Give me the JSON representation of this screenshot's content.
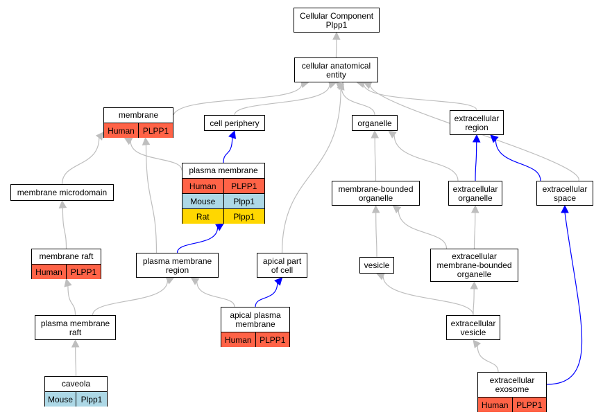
{
  "colors": {
    "Human": "#FF6347",
    "Mouse": "#ADD8E6",
    "Rat": "#FFD700",
    "gray_edge": "#BEBEBE",
    "blue_edge": "#0000FF"
  },
  "nodes": [
    {
      "id": "cc",
      "label": "Cellular Component\nPlpp1",
      "rows": []
    },
    {
      "id": "cae",
      "label": "cellular anatomical\nentity",
      "rows": []
    },
    {
      "id": "membrane",
      "label": "membrane",
      "rows": [
        {
          "species": "Human",
          "gene": "PLPP1"
        }
      ]
    },
    {
      "id": "cellper",
      "label": "cell periphery",
      "rows": []
    },
    {
      "id": "organelle",
      "label": "organelle",
      "rows": []
    },
    {
      "id": "exreg",
      "label": "extracellular\nregion",
      "rows": []
    },
    {
      "id": "pm",
      "label": "plasma membrane",
      "rows": [
        {
          "species": "Human",
          "gene": "PLPP1"
        },
        {
          "species": "Mouse",
          "gene": "Plpp1"
        },
        {
          "species": "Rat",
          "gene": "Plpp1"
        }
      ]
    },
    {
      "id": "mmicro",
      "label": "membrane microdomain",
      "rows": []
    },
    {
      "id": "mbo",
      "label": "membrane-bounded\norganelle",
      "rows": []
    },
    {
      "id": "exorg",
      "label": "extracellular\norganelle",
      "rows": []
    },
    {
      "id": "exspace",
      "label": "extracellular\nspace",
      "rows": []
    },
    {
      "id": "mraft",
      "label": "membrane raft",
      "rows": [
        {
          "species": "Human",
          "gene": "PLPP1"
        }
      ]
    },
    {
      "id": "pmr",
      "label": "plasma membrane\nregion",
      "rows": []
    },
    {
      "id": "apc",
      "label": "apical part\nof cell",
      "rows": []
    },
    {
      "id": "vesicle",
      "label": "vesicle",
      "rows": []
    },
    {
      "id": "exmbo",
      "label": "extracellular\nmembrane-bounded\norganelle",
      "rows": []
    },
    {
      "id": "pmraft",
      "label": "plasma membrane\nraft",
      "rows": []
    },
    {
      "id": "apm",
      "label": "apical plasma\nmembrane",
      "rows": [
        {
          "species": "Human",
          "gene": "PLPP1"
        }
      ]
    },
    {
      "id": "exves",
      "label": "extracellular\nvesicle",
      "rows": []
    },
    {
      "id": "caveola",
      "label": "caveola",
      "rows": [
        {
          "species": "Mouse",
          "gene": "Plpp1"
        }
      ]
    },
    {
      "id": "exo",
      "label": "extracellular\nexosome",
      "rows": [
        {
          "species": "Human",
          "gene": "PLPP1"
        }
      ]
    }
  ],
  "edges": [
    {
      "from": "cae",
      "to": "cc",
      "kind": "is_a"
    },
    {
      "from": "membrane",
      "to": "cae",
      "kind": "is_a"
    },
    {
      "from": "cellper",
      "to": "cae",
      "kind": "is_a"
    },
    {
      "from": "organelle",
      "to": "cae",
      "kind": "is_a"
    },
    {
      "from": "exreg",
      "to": "cae",
      "kind": "is_a"
    },
    {
      "from": "exspace",
      "to": "cae",
      "kind": "is_a"
    },
    {
      "from": "apc",
      "to": "cae",
      "kind": "is_a"
    },
    {
      "from": "pm",
      "to": "membrane",
      "kind": "is_a"
    },
    {
      "from": "pm",
      "to": "cellper",
      "kind": "part_of"
    },
    {
      "from": "mmicro",
      "to": "membrane",
      "kind": "is_a"
    },
    {
      "from": "pmr",
      "to": "membrane",
      "kind": "is_a"
    },
    {
      "from": "mbo",
      "to": "organelle",
      "kind": "is_a"
    },
    {
      "from": "exorg",
      "to": "organelle",
      "kind": "is_a"
    },
    {
      "from": "exorg",
      "to": "exreg",
      "kind": "part_of"
    },
    {
      "from": "exspace",
      "to": "exreg",
      "kind": "part_of"
    },
    {
      "from": "mraft",
      "to": "mmicro",
      "kind": "is_a"
    },
    {
      "from": "pmr",
      "to": "pm",
      "kind": "part_of"
    },
    {
      "from": "vesicle",
      "to": "mbo",
      "kind": "is_a"
    },
    {
      "from": "exmbo",
      "to": "mbo",
      "kind": "is_a"
    },
    {
      "from": "exmbo",
      "to": "exorg",
      "kind": "is_a"
    },
    {
      "from": "pmraft",
      "to": "mraft",
      "kind": "is_a"
    },
    {
      "from": "pmraft",
      "to": "pmr",
      "kind": "is_a"
    },
    {
      "from": "apm",
      "to": "pmr",
      "kind": "is_a"
    },
    {
      "from": "apm",
      "to": "apc",
      "kind": "part_of"
    },
    {
      "from": "exves",
      "to": "vesicle",
      "kind": "is_a"
    },
    {
      "from": "exves",
      "to": "exmbo",
      "kind": "is_a"
    },
    {
      "from": "caveola",
      "to": "pmraft",
      "kind": "is_a"
    },
    {
      "from": "exo",
      "to": "exves",
      "kind": "is_a"
    },
    {
      "from": "exo",
      "to": "exspace",
      "kind": "part_of"
    }
  ]
}
